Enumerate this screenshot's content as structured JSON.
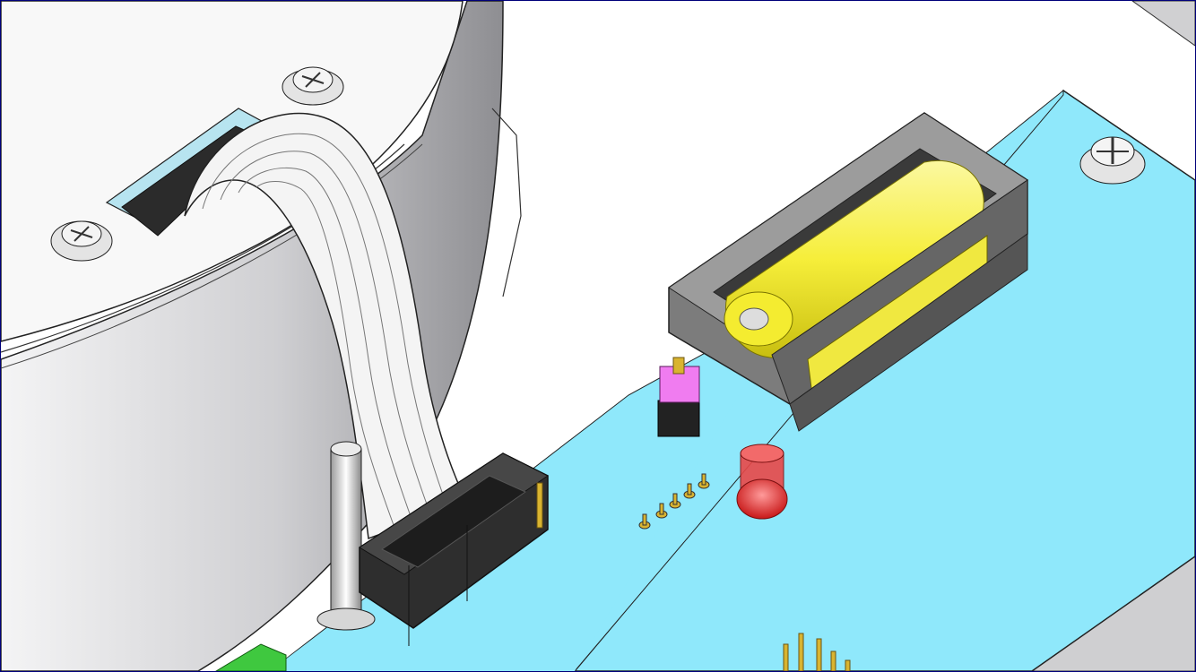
{
  "colors": {
    "frame_border": "#00007a",
    "pcb": "#8fe8fb",
    "enclosure_gray": "#d4d4d6",
    "cable_white": "#f2f2f2",
    "connector_black": "#2a2a2a",
    "battery_yellow": "#f8f24a",
    "holder_gray": "#7c7c7c",
    "jumper_pink": "#f07cf0",
    "led_red": "#e83a3a",
    "pin_gold": "#d9b430",
    "terminal_green": "#3fc83f"
  },
  "parts": [
    {
      "name": "enclosure",
      "icon": "enclosure-icon"
    },
    {
      "name": "ribbon-cable",
      "icon": "ribbon-cable-icon"
    },
    {
      "name": "idc-header-connector",
      "icon": "connector-icon"
    },
    {
      "name": "battery-holder",
      "icon": "battery-icon"
    },
    {
      "name": "jumper",
      "icon": "jumper-icon"
    },
    {
      "name": "led",
      "icon": "led-icon"
    },
    {
      "name": "standoff",
      "icon": "standoff-icon"
    },
    {
      "name": "screw",
      "icon": "screw-icon"
    },
    {
      "name": "pin-header",
      "icon": "pin-header-icon"
    },
    {
      "name": "terminal-block",
      "icon": "terminal-block-icon"
    }
  ]
}
